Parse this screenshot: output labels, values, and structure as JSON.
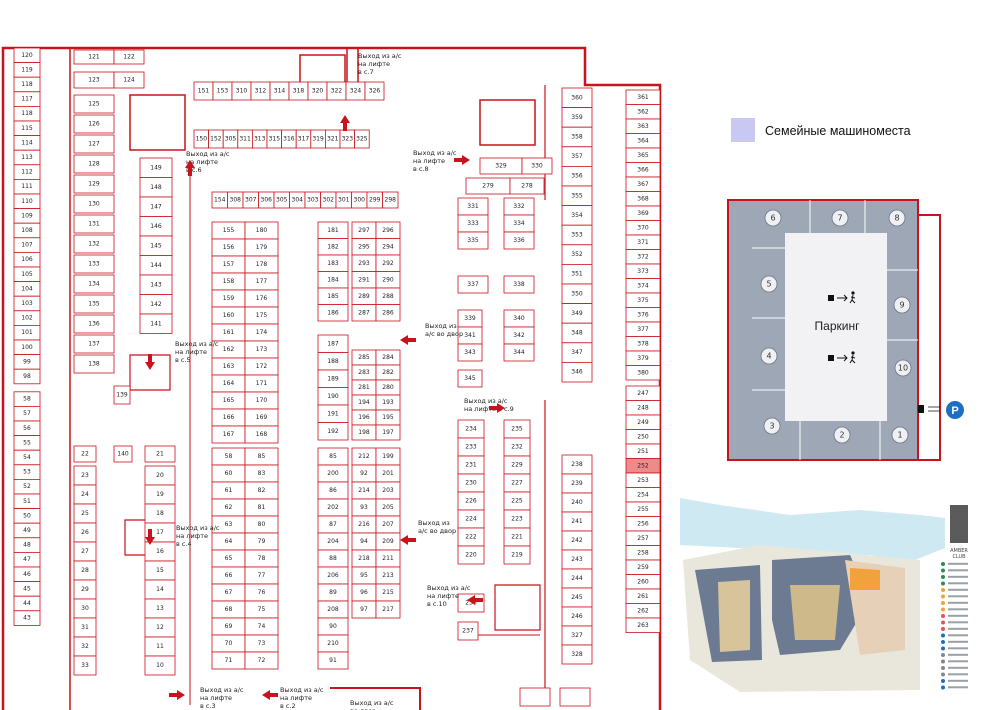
{
  "legend": {
    "label": "Семейные машиноместа",
    "swatch_color": "#c9c8f3"
  },
  "parking_scheme": {
    "center_label": "Паркинг",
    "entry_icon": "P",
    "sections": [
      "1",
      "2",
      "3",
      "4",
      "5",
      "6",
      "7",
      "8",
      "9",
      "10"
    ]
  },
  "colors": {
    "wall": "#c9121b",
    "slot_border": "#c9121b",
    "highlight_slot": "#ef8a8a",
    "exit_arrow": "#c9121b",
    "map_bg": "#9ea7b5",
    "map_center": "#f2f2f5",
    "water": "#cfe9f3"
  },
  "highlighted_slots": [
    "252"
  ],
  "slot_labels": {
    "left_column": [
      "120",
      "119",
      "118",
      "117",
      "118",
      "115",
      "114",
      "113",
      "112",
      "111",
      "110",
      "109",
      "108",
      "107",
      "106",
      "105",
      "104",
      "103",
      "102",
      "101",
      "100",
      "99",
      "98",
      "58",
      "57",
      "56",
      "55",
      "54",
      "53",
      "52",
      "51",
      "50",
      "49",
      "48",
      "47",
      "46",
      "45",
      "44",
      "43"
    ],
    "right_column": [
      "361",
      "362",
      "363",
      "364",
      "365",
      "366",
      "367",
      "368",
      "369",
      "370",
      "371",
      "372",
      "373",
      "374",
      "375",
      "376",
      "377",
      "378",
      "379",
      "380",
      "247",
      "248",
      "249",
      "250",
      "251",
      "252",
      "253",
      "254",
      "255",
      "256",
      "257",
      "258",
      "259",
      "260",
      "261",
      "262",
      "263"
    ],
    "top_row_1": [
      "151",
      "153",
      "310",
      "312",
      "314",
      "318",
      "320",
      "322",
      "324",
      "326"
    ],
    "top_row_2": [
      "150",
      "152",
      "305",
      "311",
      "313",
      "315",
      "316",
      "317",
      "319",
      "321",
      "323",
      "325"
    ],
    "row_304": [
      "154",
      "308",
      "307",
      "306",
      "305",
      "304",
      "303",
      "302",
      "301",
      "300",
      "299",
      "298"
    ],
    "block_left_a": [
      "121",
      "122",
      "123",
      "124",
      "125",
      "126",
      "127",
      "128",
      "129",
      "130",
      "131",
      "132",
      "133",
      "134",
      "135",
      "136",
      "137",
      "138",
      "139"
    ],
    "block_left_b": [
      "149",
      "148",
      "147",
      "146",
      "145",
      "144",
      "143",
      "142",
      "141"
    ],
    "block_mid_a": [
      "155",
      "180",
      "156",
      "179",
      "157",
      "178",
      "158",
      "177",
      "159",
      "176",
      "160",
      "175",
      "161",
      "174",
      "162",
      "173",
      "163",
      "172",
      "164",
      "171",
      "165",
      "170",
      "166",
      "169",
      "167",
      "168"
    ],
    "block_mid_b": [
      "181",
      "297",
      "296",
      "182",
      "295",
      "294",
      "183",
      "293",
      "292",
      "184",
      "291",
      "290",
      "185",
      "289",
      "288",
      "186",
      "287",
      "286"
    ],
    "block_mid_c": [
      "187",
      "285",
      "284",
      "188",
      "283",
      "282",
      "189",
      "281",
      "280",
      "190",
      "194",
      "193",
      "191",
      "196",
      "195",
      "192",
      "198",
      "197"
    ],
    "block_right_a": [
      "331",
      "332",
      "333",
      "334",
      "335",
      "336",
      "337",
      "338",
      "339",
      "340",
      "341",
      "342",
      "343",
      "344",
      "345"
    ],
    "block_right_b": [
      "360",
      "359",
      "358",
      "357",
      "356",
      "355",
      "354",
      "353",
      "352",
      "351",
      "350",
      "349",
      "348",
      "347",
      "346"
    ],
    "block_low_left": [
      "22",
      "140",
      "21",
      "23",
      "20",
      "24",
      "19",
      "25",
      "18",
      "26",
      "17",
      "27",
      "16",
      "28",
      "15",
      "29",
      "14",
      "30",
      "13",
      "31",
      "12",
      "32",
      "11",
      "33",
      "10"
    ],
    "block_low_mid": [
      "58",
      "85",
      "60",
      "83",
      "61",
      "82",
      "62",
      "81",
      "63",
      "80",
      "64",
      "79",
      "65",
      "78",
      "66",
      "77",
      "67",
      "76",
      "68",
      "75",
      "69",
      "74",
      "70",
      "73",
      "71",
      "72"
    ],
    "block_low_mid_b": [
      "85",
      "200",
      "86",
      "202",
      "87",
      "204",
      "88",
      "206",
      "89",
      "208",
      "90",
      "210",
      "91",
      "212",
      "92",
      "214",
      "93",
      "216",
      "94",
      "218",
      "95",
      "96",
      "97",
      "199",
      "201",
      "203",
      "205",
      "207",
      "209",
      "211",
      "213",
      "215",
      "217"
    ],
    "block_low_right": [
      "234",
      "235",
      "233",
      "232",
      "231",
      "229",
      "230",
      "227",
      "226",
      "225",
      "224",
      "223",
      "222",
      "221",
      "220",
      "219",
      "236",
      "237",
      "238",
      "239",
      "240",
      "241",
      "242",
      "243",
      "244",
      "245",
      "246",
      "327",
      "328",
      "329",
      "330",
      "279",
      "278"
    ]
  },
  "exits": [
    {
      "lines": [
        "Выход из а/с",
        "на лифте",
        "в с.7"
      ]
    },
    {
      "lines": [
        "Выход из а/с",
        "на лифте",
        "в с.6"
      ]
    },
    {
      "lines": [
        "Выход из а/с",
        "на лифте",
        "в с.8"
      ]
    },
    {
      "lines": [
        "Выход из а/с",
        "на лифте",
        "в с.5"
      ]
    },
    {
      "lines": [
        "Выход из",
        "а/с во двор"
      ]
    },
    {
      "lines": [
        "Выход из а/с",
        "на лифте в с.9"
      ]
    },
    {
      "lines": [
        "Выход из а/с",
        "на лифте",
        "в с.4"
      ]
    },
    {
      "lines": [
        "Выход из",
        "а/с во двор"
      ]
    },
    {
      "lines": [
        "Выход из а/с",
        "на лифте",
        "в с.10"
      ]
    },
    {
      "lines": [
        "Выход из а/с",
        "на лифте",
        "в с.3"
      ]
    },
    {
      "lines": [
        "Выход из а/с",
        "на лифте",
        "в с.2"
      ]
    },
    {
      "lines": [
        "Выход из а/с",
        "во двор"
      ]
    }
  ],
  "site_plan": {
    "brand_lines": [
      "AMBER",
      "CLUB"
    ]
  }
}
